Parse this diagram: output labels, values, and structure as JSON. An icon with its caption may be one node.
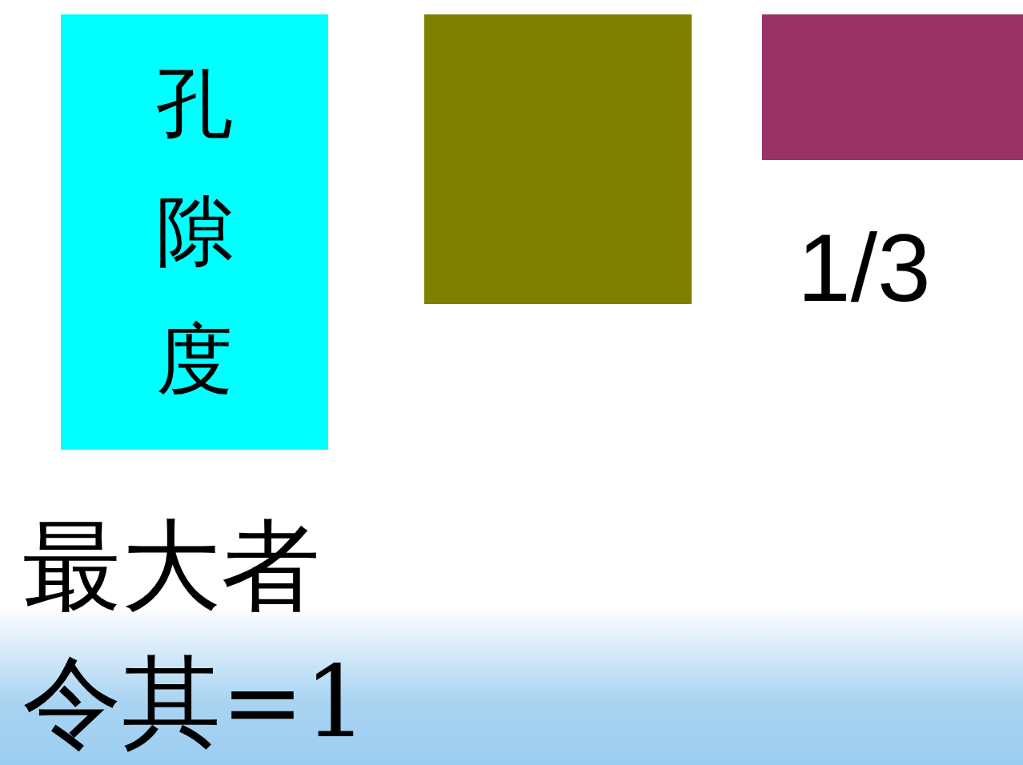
{
  "diagram": {
    "nodes": [
      {
        "text": [
          "孔隙度"
        ]
      },
      {
        "text": [],
        "shape": "box"
      },
      {
        "text": [],
        "shape": "box",
        "beside": [
          "1/3"
        ]
      }
    ],
    "labels": [
      "最大者",
      "令其=1"
    ]
  }
}
